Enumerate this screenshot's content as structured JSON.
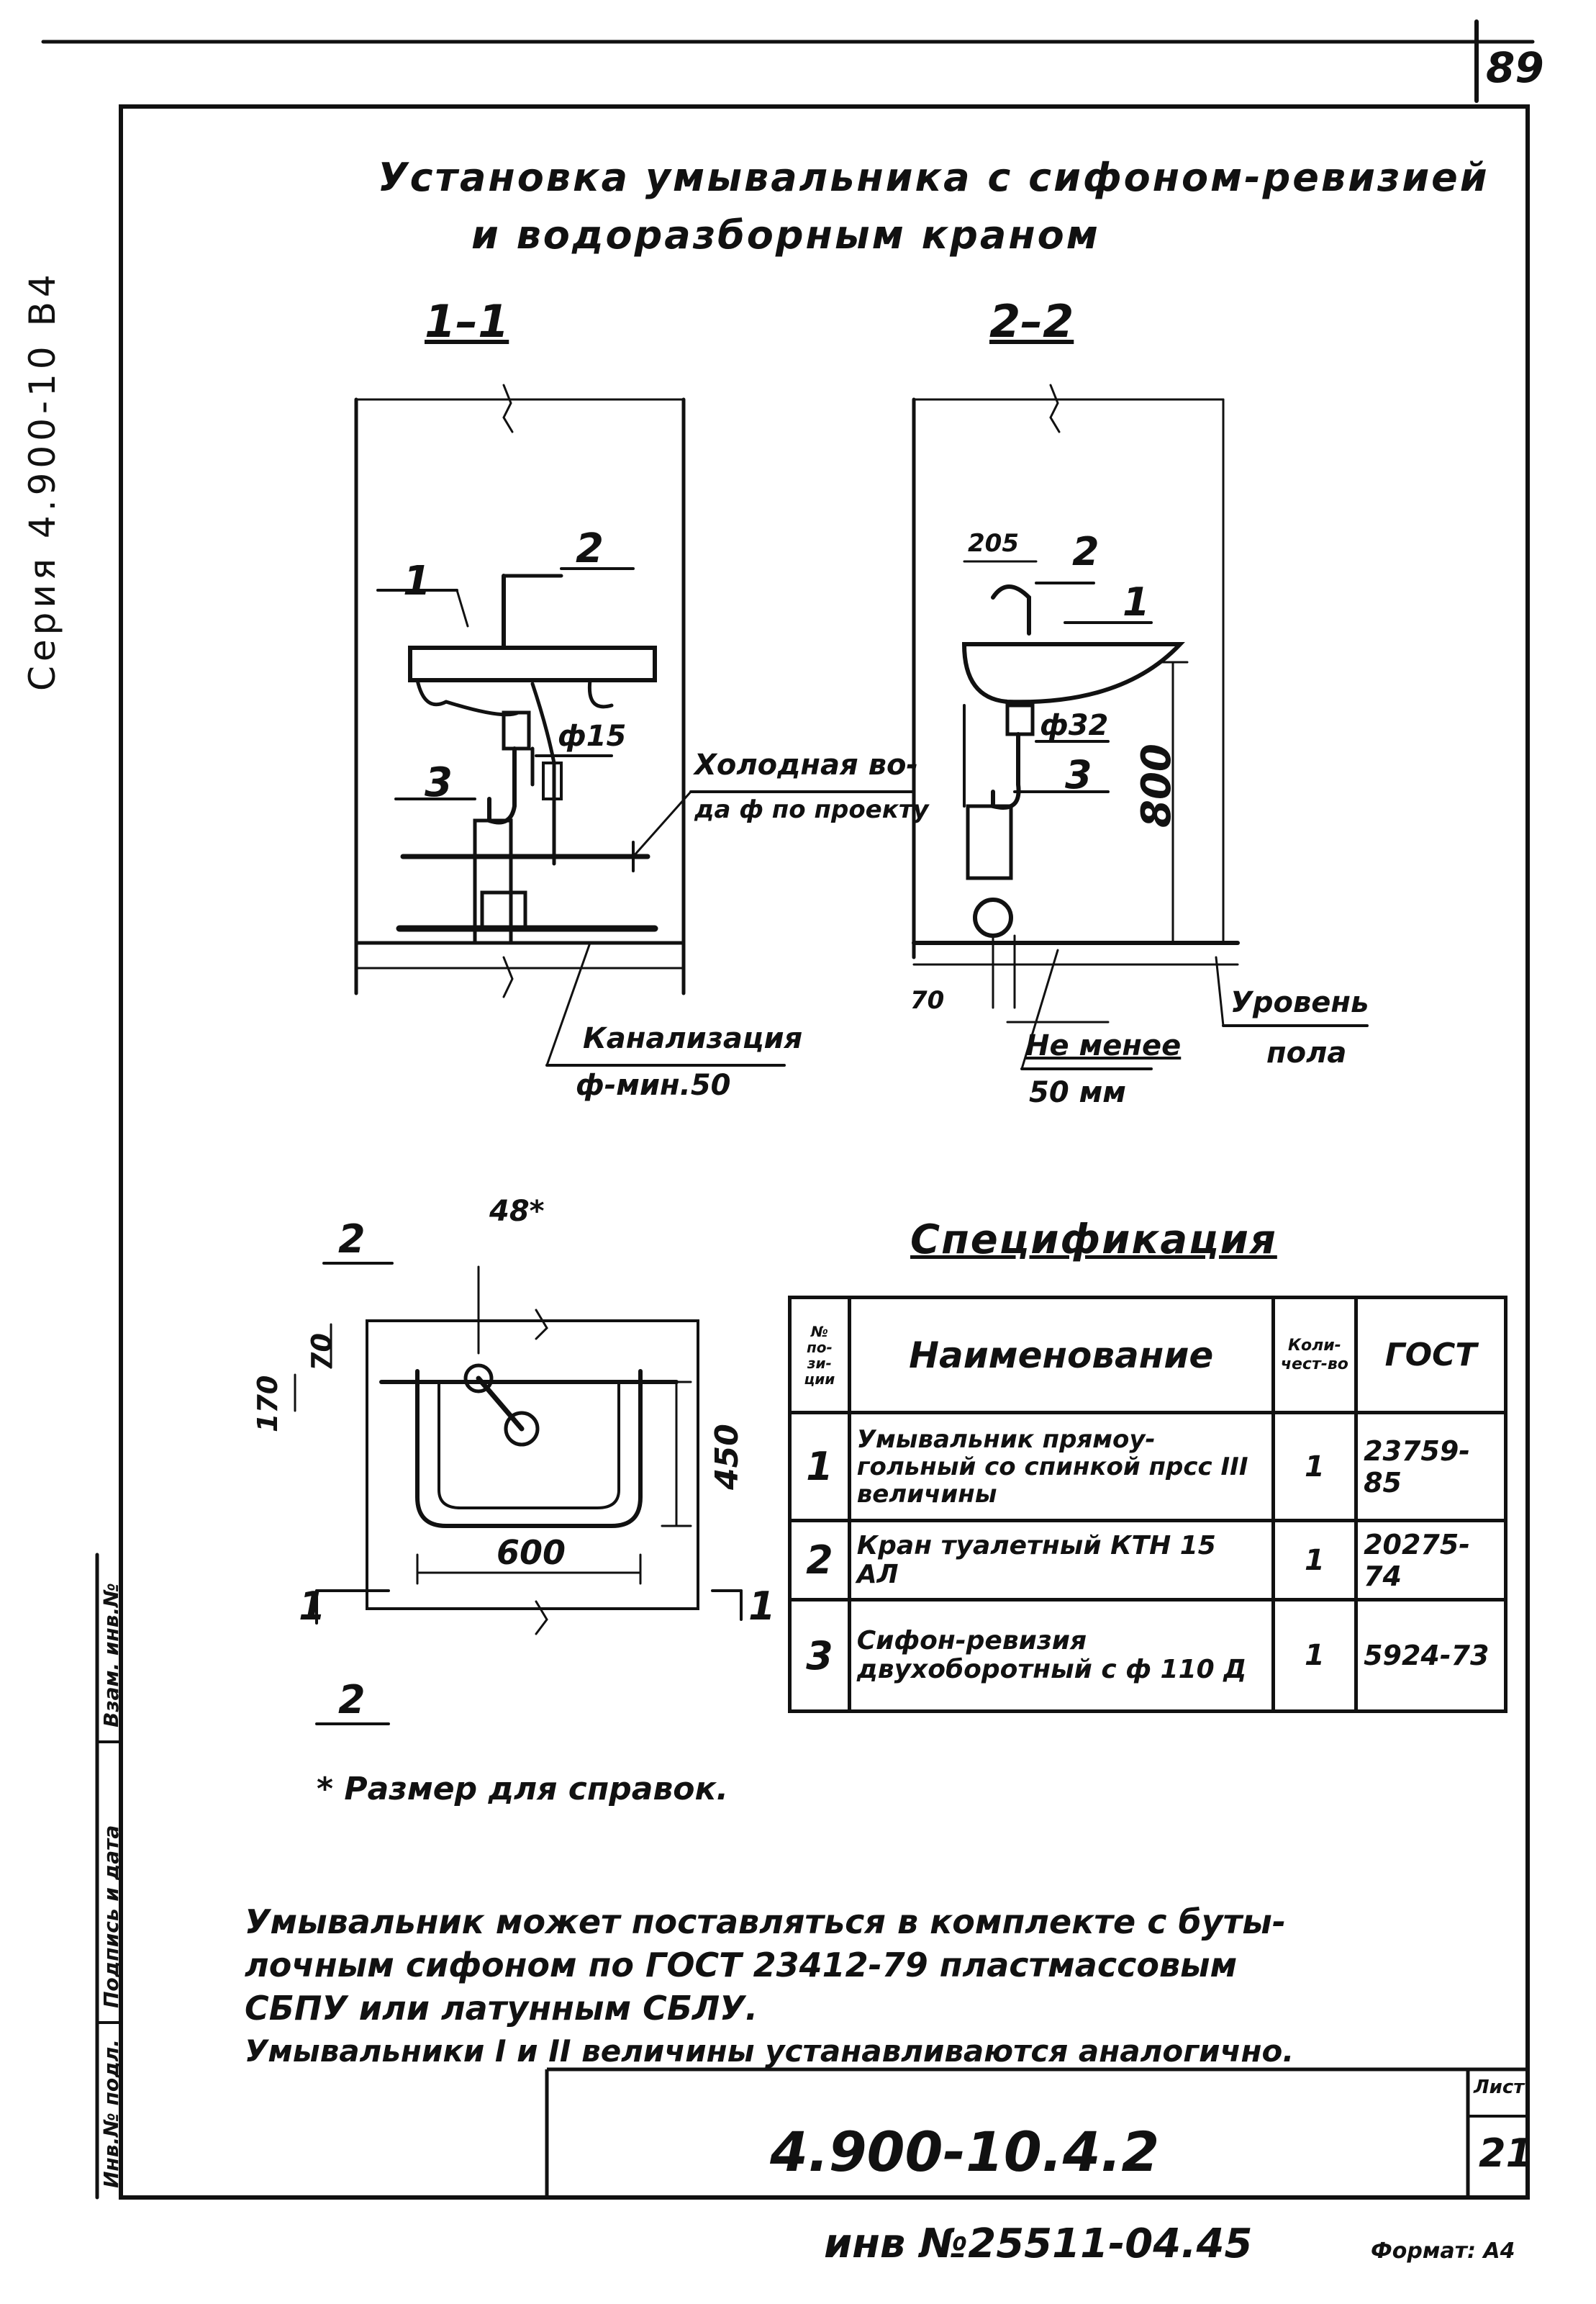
{
  "page_number": "89",
  "side_series": "Серия 4.900-10 В4",
  "title": {
    "line1": "Установка умывальника с сифоном-ревизией",
    "line2": "и водоразборным краном"
  },
  "section_1": "1–1",
  "section_2": "2–2",
  "labels_section_1": {
    "item1": "1",
    "item2": "2",
    "item3": "3",
    "pipe_dia": "ф15",
    "cold_water": "Холодная во-",
    "cold_water_2": "да ф по проекту",
    "sewer": "Канализация",
    "sewer_dia": "ф-мин.50"
  },
  "labels_section_2": {
    "dim_205": "205",
    "item2": "2",
    "item1": "1",
    "pipe_dia": "ф32",
    "item3": "3",
    "height_800": "800",
    "dim_70": "70",
    "not_less": "Не менее",
    "not_less_2": "50 мм",
    "floor_level": "Уровень",
    "floor_level_2": "пола"
  },
  "plan_labels": {
    "cut2_top": "2",
    "dim_48": "48*",
    "dim_70": "70",
    "dim_170": "170",
    "dim_450": "450",
    "dim_600": "600",
    "cut1_left": "1",
    "cut1_right": "1",
    "cut2_bottom": "2"
  },
  "footnote": "* Размер для справок.",
  "spec": {
    "title": "Спецификация",
    "headers": {
      "pos": "№ по-зи-ции",
      "name": "Наименование",
      "qty": "Коли-чест-во",
      "gost": "ГОСТ"
    },
    "rows": [
      {
        "pos": "1",
        "name": "Умывальник прямоу-гольный со спинкой прсс III величины",
        "qty": "1",
        "gost": "23759-85"
      },
      {
        "pos": "2",
        "name": "Кран туалетный КТН 15 АЛ",
        "qty": "1",
        "gost": "20275-74"
      },
      {
        "pos": "3",
        "name": "Сифон-ревизия двухоборотный с ф 110 Д",
        "qty": "1",
        "gost": "5924-73"
      }
    ]
  },
  "note": {
    "line1": "Умывальник может поставляться в комплекте с буты-",
    "line2": "лочным сифоном по ГОСТ 23412-79 пластмассовым",
    "line3": "СБПУ или латунным СБЛУ.",
    "line4": "Умывальники I и II величины устанавливаются аналогично."
  },
  "side_stamp": {
    "cell1": "Инв.№ подл.",
    "cell2": "Подпись и дата",
    "cell3": "Взам. инв.№"
  },
  "title_block": {
    "code": "4.900-10.4.2",
    "sheet_label": "Лист",
    "sheet_no": "21"
  },
  "inventory": "инв №25511-04.45",
  "format": "Формат: А4"
}
